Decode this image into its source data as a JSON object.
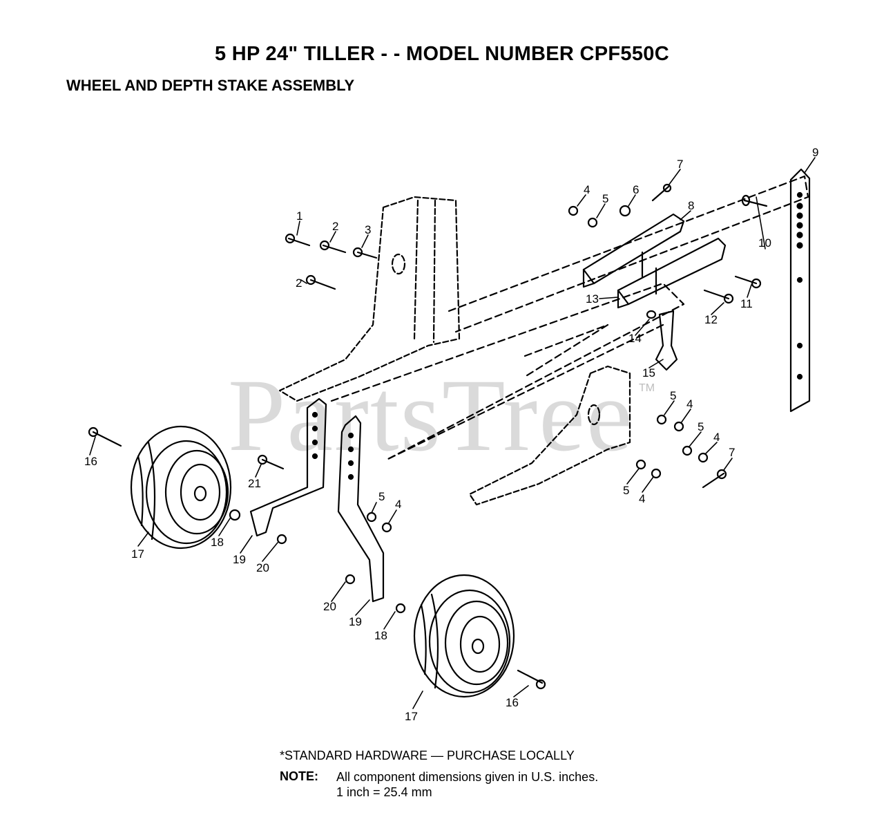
{
  "title": "5 HP 24\" TILLER - - MODEL NUMBER CPF550C",
  "subtitle": "WHEEL AND DEPTH STAKE ASSEMBLY",
  "watermark": "PartsTree",
  "watermark_tm": "TM",
  "callouts": {
    "c1": "1",
    "c2a": "2",
    "c2b": "2",
    "c3": "3",
    "c4a": "4",
    "c4b": "4",
    "c4c": "4",
    "c4d": "4",
    "c4e": "4",
    "c5a": "5",
    "c5b": "5",
    "c5c": "5",
    "c5d": "5",
    "c5e": "5",
    "c6": "6",
    "c7a": "7",
    "c7b": "7",
    "c8": "8",
    "c9": "9",
    "c10": "10",
    "c11": "11",
    "c12": "12",
    "c13": "13",
    "c14": "14",
    "c15": "15",
    "c16a": "16",
    "c16b": "16",
    "c17a": "17",
    "c17b": "17",
    "c18a": "18",
    "c18b": "18",
    "c19a": "19",
    "c19b": "19",
    "c20a": "20",
    "c20b": "20",
    "c21": "21"
  },
  "footer": {
    "standard_hardware": "*STANDARD HARDWARE — PURCHASE LOCALLY",
    "note_label": "NOTE:",
    "note_line1": "All component dimensions given in U.S. inches.",
    "note_line2": "1 inch = 25.4 mm"
  }
}
